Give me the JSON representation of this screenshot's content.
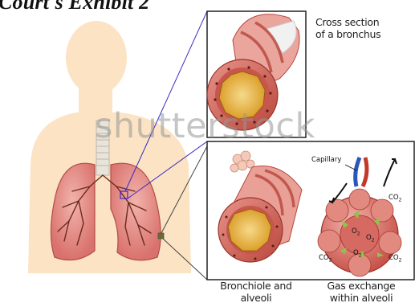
{
  "page": {
    "title": "Court's Exhibit 2",
    "watermark": "shutterstock"
  },
  "labels": {
    "cross_section_line1": "Cross section",
    "cross_section_line2": "of a bronchus",
    "bronchiole_line1": "Bronchiole and",
    "bronchiole_line2": "alveoli",
    "gas_line1": "Gas exchange",
    "gas_line2": "within alveoli",
    "capillary": "Capillary",
    "co2_top": "CO",
    "co2_left": "CO",
    "co2_right": "CO",
    "o2_a": "O",
    "o2_b": "O",
    "o2_c": "O"
  },
  "colors": {
    "silhouette": "#fbe3c4",
    "lung": "#e08a86",
    "bronchus_red": "#c0392b",
    "lumen": "#e2a82e",
    "panel_border": "#222222",
    "arrow": "#3a2bbf"
  }
}
